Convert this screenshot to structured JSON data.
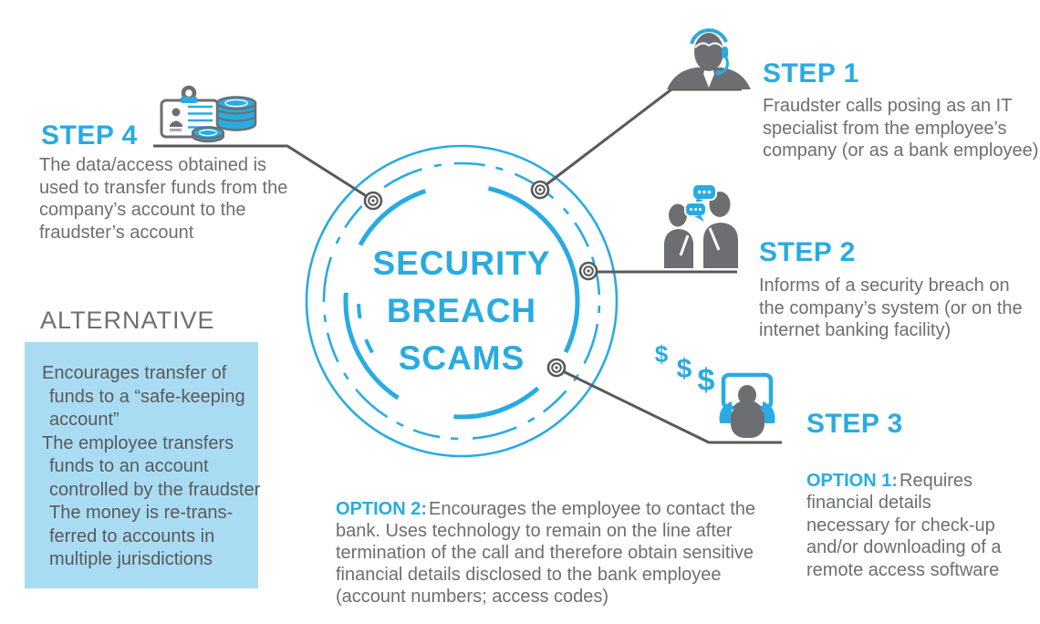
{
  "colors": {
    "accent_cyan": "#29abe2",
    "text_gray": "#6d6e71",
    "line_gray": "#58595b",
    "alt_box_bg": "#a9dcf2"
  },
  "center": {
    "title_lines": [
      "SECURITY",
      "BREACH",
      "SCAMS"
    ]
  },
  "steps": {
    "step1": {
      "label": "STEP 1",
      "body_lines": [
        "Fraudster calls posing as an IT",
        "specialist from the employee’s",
        "company (or as a bank employee)"
      ]
    },
    "step2": {
      "label": "STEP 2",
      "body_lines": [
        "Informs of a security breach on",
        "the company’s system (or on the",
        "internet banking facility)"
      ]
    },
    "step3": {
      "label": "STEP 3",
      "option_label": "OPTION 1:",
      "body_lines": [
        "Requires",
        "financial details",
        "necessary for check-up",
        "and/or downloading of a",
        "remote access software"
      ]
    },
    "step4": {
      "label": "STEP 4",
      "body_lines": [
        "The data/access obtained is",
        "used to transfer funds from the",
        "company’s account to the",
        "fraudster’s account"
      ]
    }
  },
  "option2": {
    "label": "OPTION 2:",
    "body_lines": [
      "Encourages the employee to contact the",
      "bank. Uses technology to remain on the line after",
      "termination of the call and therefore obtain sensitive",
      "financial details disclosed to the bank employee",
      "(account numbers; access codes)"
    ]
  },
  "alternative": {
    "title": "ALTERNATIVE",
    "box_lines": [
      "Encourages transfer of",
      "funds to a “safe-keeping",
      "account”",
      "The employee transfers",
      "funds to an account",
      "controlled by the fraudster",
      "The money is re-trans-",
      "ferred to accounts in",
      "multiple jurisdictions"
    ]
  },
  "icons": {
    "dollar_signs": [
      "$",
      "$",
      "$"
    ]
  }
}
